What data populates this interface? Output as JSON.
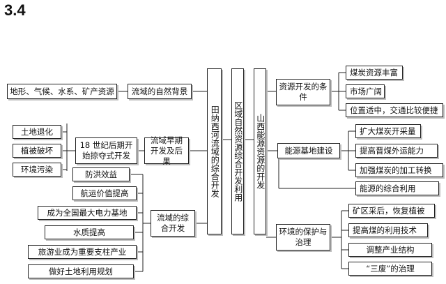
{
  "heading": "3.4",
  "left_section": {
    "factors": "地形、气候、水系、矿产资源",
    "background": "流域的自然背景",
    "problems": [
      "土地退化",
      "植被破坏",
      "环境污染"
    ],
    "cause": "18 世纪后期开始掠夺式开发",
    "early": "流域早期开发及后果",
    "comprehensive": "流域的综合开发",
    "measures": [
      "防洪效益",
      "航运价值提高",
      "成为全国最大电力基地",
      "水质提高",
      "旅游业成为重要支柱产业",
      "做好土地利用规划"
    ]
  },
  "center": {
    "tennessee": "田纳西河流域的综合开发",
    "regional": "区域自然资源综合开发利用",
    "shanxi": "山西能源资源的开发"
  },
  "right_section": {
    "conditions": "资源开发的条件",
    "condition_items": [
      "煤炭资源丰富",
      "市场广阔",
      "位置适中，交通比较便捷"
    ],
    "base": "能源基地建设",
    "base_items": [
      "扩大煤炭开采量",
      "提高晋煤外运能力",
      "加强煤炭的加工转换"
    ],
    "integrated": "能源的综合利用",
    "environment": "环境的保护与治理",
    "env_items": [
      "矿区采后，恢复植被",
      "提高煤的利用技术",
      "调整产业结构",
      "“三废”的治理"
    ]
  }
}
